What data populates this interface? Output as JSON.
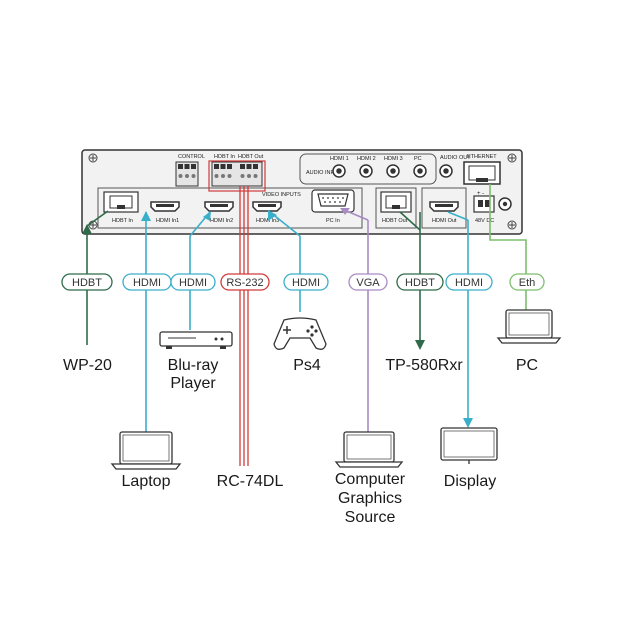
{
  "panel": {
    "control_label": "CONTROL",
    "hdbt_in_top": "HDBT In",
    "hdbt_out_top": "HDBT Out",
    "video_inputs_label": "VIDEO INPUTS",
    "audio_inputs_label": "AUDIO INPUTS",
    "audio_in_labels": [
      "HDMI 1",
      "HDMI 2",
      "HDMI 3",
      "PC"
    ],
    "audio_out_label": "AUDIO OUT",
    "ethernet_label": "ETHERNET",
    "ports": {
      "hdbt_in": "HDBT In",
      "hdmi_in1": "HDMI In1",
      "hdmi_in2": "HDMI In2",
      "hdmi_in3": "HDMI In3",
      "pc_in": "PC In",
      "hdbt_out": "HDBT Out",
      "hdmi_out": "HDMI Out",
      "power": "48V DC"
    }
  },
  "signals": {
    "hdbt_in": "HDBT",
    "hdmi1": "HDMI",
    "hdmi2": "HDMI",
    "rs232": "RS-232",
    "hdmi3": "HDMI",
    "vga": "VGA",
    "hdbt_out": "HDBT",
    "hdmi_out": "HDMI",
    "eth": "Eth"
  },
  "devices": {
    "wp20": "WP-20",
    "bluray_line1": "Blu-ray",
    "bluray_line2": "Player",
    "ps4": "Ps4",
    "tp580": "TP-580Rxr",
    "pc": "PC",
    "laptop": "Laptop",
    "rc74": "RC-74DL",
    "cgs_line1": "Computer",
    "cgs_line2": "Graphics",
    "cgs_line3": "Source",
    "display": "Display"
  },
  "colors": {
    "hdbt": "#2f6b4a",
    "hdmi": "#3aafc9",
    "rs232": "#d23a3a",
    "vga": "#a98bc4",
    "eth": "#7dbe6e",
    "panel_fill": "#f2f2f2",
    "panel_stroke": "#333333"
  }
}
